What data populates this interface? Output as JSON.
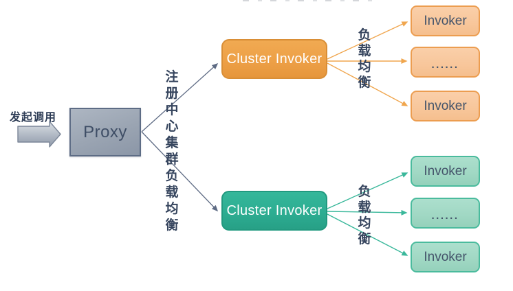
{
  "diagram": {
    "start_label": "发起调用",
    "proxy_label": "Proxy",
    "registry_label": "注册中心集群负载均衡",
    "cluster_top_label": "Cluster Invoker",
    "cluster_bottom_label": "Cluster Invoker",
    "lb_top_label": "负载均衡",
    "lb_bottom_label": "负载均衡",
    "invokers_top": [
      "Invoker",
      "......",
      "Invoker"
    ],
    "invokers_bottom": [
      "Invoker",
      "......",
      "Invoker"
    ]
  },
  "colors": {
    "cluster_orange_fill": "#EDA047",
    "cluster_orange_border": "#D98E36",
    "invoker_orange_fill": "#F8C79C",
    "invoker_orange_border": "#EC9D50",
    "cluster_teal_fill": "#2DAD92",
    "cluster_teal_border": "#21997F",
    "invoker_teal_fill": "#A1D8C4",
    "invoker_teal_border": "#4ABB9D",
    "proxy_fill": "#9AA4B2",
    "proxy_border": "#5D6C85",
    "node_text_dark": "#44546A",
    "cjk_text": "#36455E",
    "arrow_dark": "#5E6B84",
    "arrow_orange": "#F0A64E",
    "arrow_teal": "#3AB89B",
    "background": "#FFFFFF"
  }
}
